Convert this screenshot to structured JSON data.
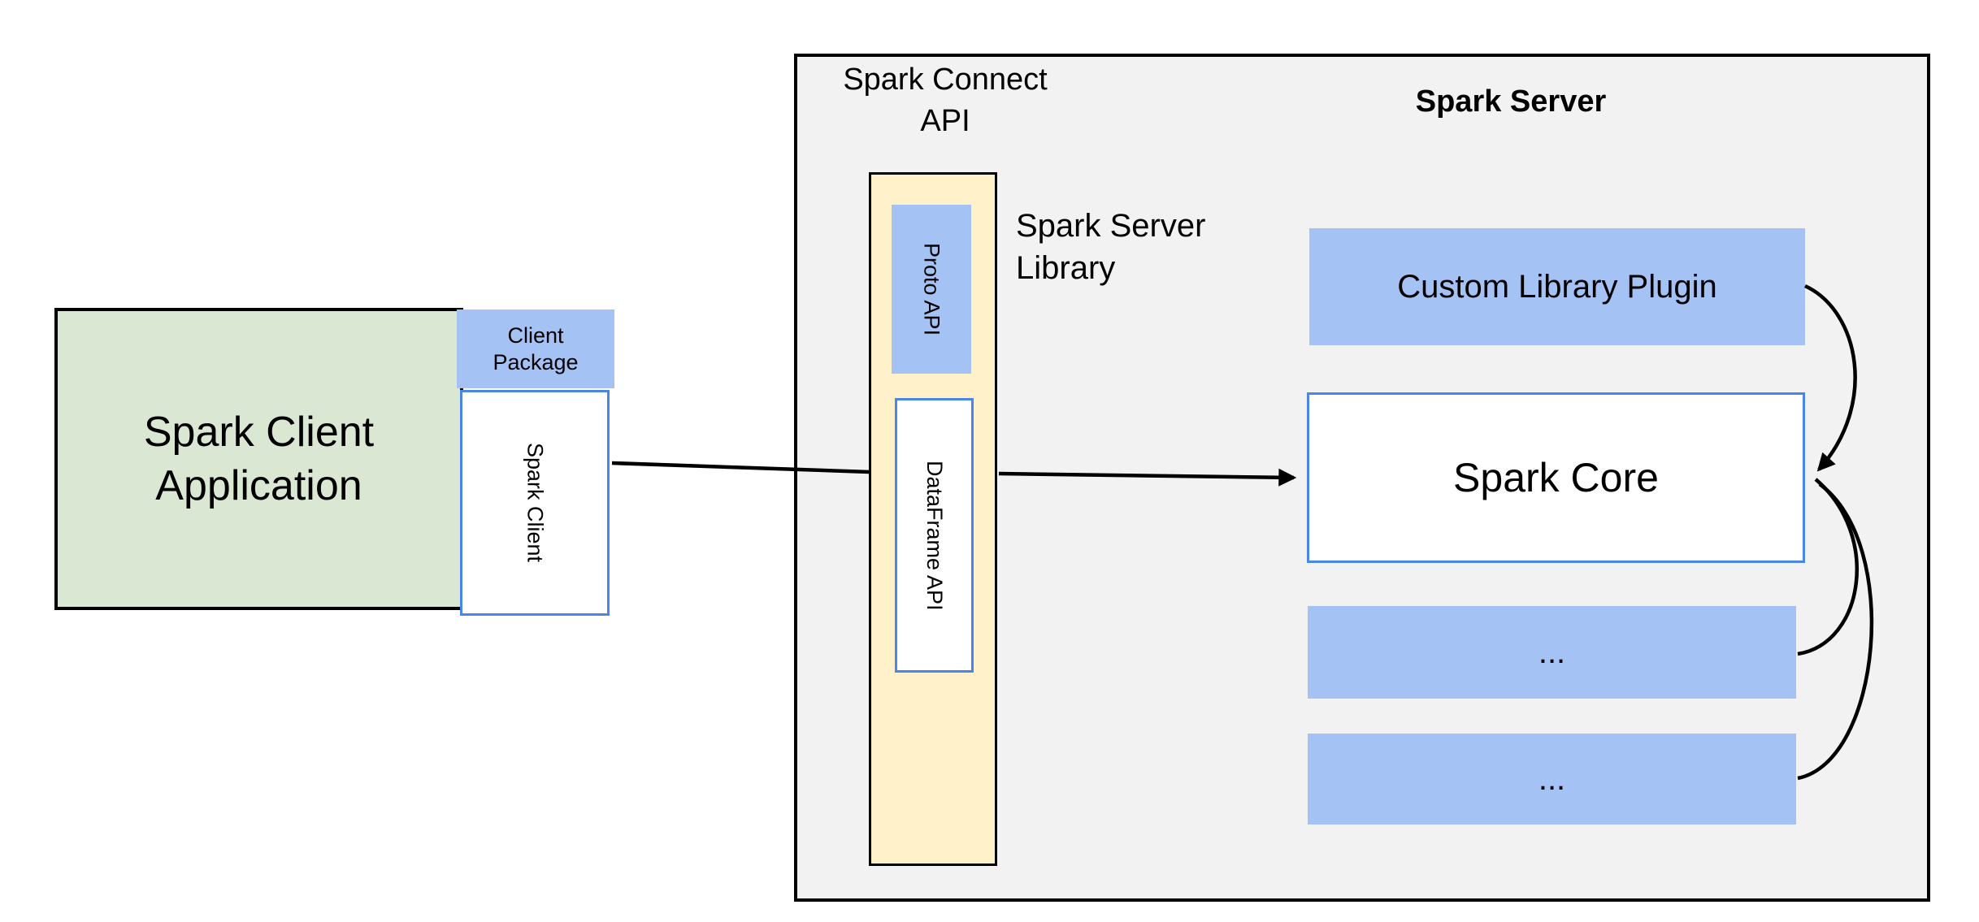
{
  "colors": {
    "panel_gray": "#f2f2f2",
    "box_blue": "#a4c2f4",
    "box_green": "#d9e7d3",
    "box_yellow": "#fff1c9",
    "border_blue": "#4a86e8",
    "arrow_black": "#000000"
  },
  "client_group": {
    "app_title_line1": "Spark Client",
    "app_title_line2": "Application",
    "package_line1": "Client",
    "package_line2": "Package",
    "spark_client_label": "Spark Client"
  },
  "connect_api": {
    "title_line1": "Spark Connect",
    "title_line2": "API",
    "proto_api_label": "Proto API",
    "dataframe_api_label": "DataFrame API",
    "server_library_line1": "Spark Server",
    "server_library_line2": "Library"
  },
  "server": {
    "title": "Spark Server",
    "custom_plugin_label": "Custom Library Plugin",
    "core_label": "Spark Core",
    "ellipsis_1": "...",
    "ellipsis_2": "..."
  }
}
